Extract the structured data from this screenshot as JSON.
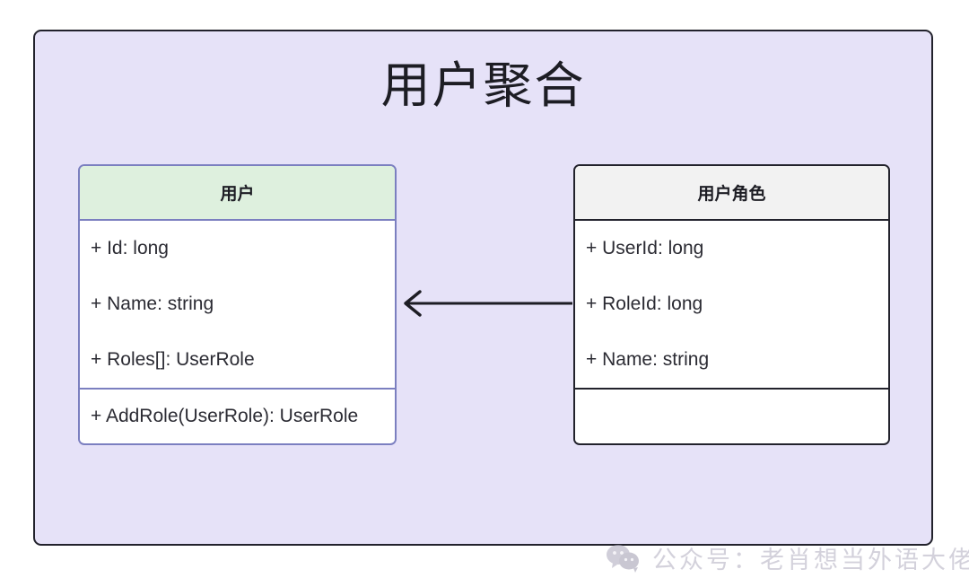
{
  "diagram": {
    "type": "uml-class-diagram",
    "title": "用户聚合",
    "container_fill": "#E6E2F8",
    "container_border": "#22222C",
    "classes": [
      {
        "id": "user",
        "name": "用户",
        "header_fill": "#DEF0DE",
        "border_color": "#7B7FC0",
        "attributes": [
          "+ Id: long",
          "+ Name: string",
          "+ Roles[]: UserRole"
        ],
        "methods": [
          "+ AddRole(UserRole): UserRole"
        ]
      },
      {
        "id": "userrole",
        "name": "用户角色",
        "header_fill": "#F2F2F2",
        "border_color": "#22222C",
        "attributes": [
          "+ UserId: long",
          "+ RoleId: long",
          "+ Name: string"
        ],
        "methods": []
      }
    ],
    "connector": {
      "kind": "association-arrow",
      "direction": "right-to-left",
      "from": "userrole",
      "to": "user",
      "stroke": "#1d1d24"
    }
  },
  "watermark": {
    "icon": "wechat-icon",
    "text": "公众号：老肖想当外语大佬",
    "color": "#b9b6c6"
  }
}
